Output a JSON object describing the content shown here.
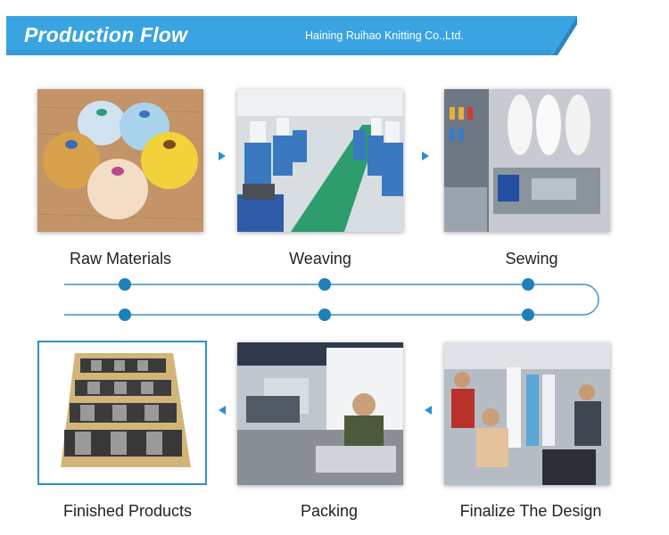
{
  "banner": {
    "title": "Production Flow",
    "company": "Haining Ruihao Knitting Co.,Ltd."
  },
  "colors": {
    "accent": "#3aa4e2",
    "accent_dark": "#2c86c2",
    "track": "#3d8fc3",
    "dot": "#1f7fb7",
    "arrow": "#2b8fcf"
  },
  "steps_top": [
    {
      "label": "Raw Materials",
      "photo": "yarn-cones-photo"
    },
    {
      "label": "Weaving",
      "photo": "knitting-machines-photo"
    },
    {
      "label": "Sewing",
      "photo": "sewing-machine-photo"
    }
  ],
  "steps_bottom": [
    {
      "label": "Finished Products",
      "photo": "sock-box-photo"
    },
    {
      "label": "Packing",
      "photo": "packing-station-photo"
    },
    {
      "label": "Finalize The Design",
      "photo": "design-workers-photo"
    }
  ]
}
